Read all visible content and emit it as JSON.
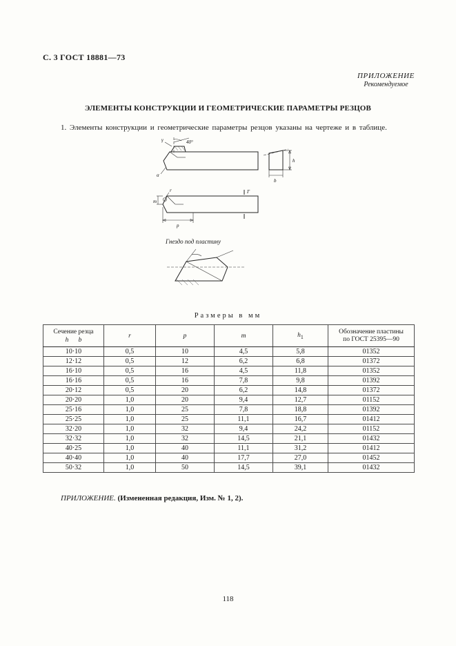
{
  "page": {
    "header": "С. 3 ГОСТ 18881—73",
    "annex_label": "ПРИЛОЖЕНИЕ",
    "annex_sub": "Рекомендуемое",
    "title": "ЭЛЕМЕНТЫ КОНСТРУКЦИИ И ГЕОМЕТРИЧЕСКИЕ ПАРАМЕТРЫ РЕЗЦОВ",
    "paragraph": "1. Элементы конструкции и геометрические параметры резцов указаны на чертеже и в таблице.",
    "footer_note_italic": "ПРИЛОЖЕНИЕ.",
    "footer_note_bold": "(Измененная редакция, Изм. № 1, 2).",
    "page_number": "118"
  },
  "drawings": {
    "main": {
      "angle_40": "40°",
      "gamma": "γ",
      "alpha": "α",
      "r": "r",
      "p": "p",
      "m": "m",
      "h": "h",
      "b": "b",
      "section_mark": "Г"
    },
    "socket": {
      "caption": "Гнездо под пластину"
    }
  },
  "table": {
    "caption": "Размеры в мм",
    "col_headers": {
      "section": "Сечение резца",
      "section_sub": "h      b",
      "r": "r",
      "p": "p",
      "m": "m",
      "h1_base": "h",
      "h1_sub": "1",
      "plate": "Обозначение пластины",
      "plate_sub": "по ГОСТ 25395—90"
    },
    "rows": [
      {
        "section": "10·10",
        "r": "0,5",
        "p": "10",
        "m": "4,5",
        "h1": "5,8",
        "plate": "01352"
      },
      {
        "section": "12·12",
        "r": "0,5",
        "p": "12",
        "m": "6,2",
        "h1": "6,8",
        "plate": "01372"
      },
      {
        "section": "16·10",
        "r": "0,5",
        "p": "16",
        "m": "4,5",
        "h1": "11,8",
        "plate": "01352"
      },
      {
        "section": "16·16",
        "r": "0,5",
        "p": "16",
        "m": "7,8",
        "h1": "9,8",
        "plate": "01392"
      },
      {
        "section": "20·12",
        "r": "0,5",
        "p": "20",
        "m": "6,2",
        "h1": "14,8",
        "plate": "01372"
      },
      {
        "section": "20·20",
        "r": "1,0",
        "p": "20",
        "m": "9,4",
        "h1": "12,7",
        "plate": "01152"
      },
      {
        "section": "25·16",
        "r": "1,0",
        "p": "25",
        "m": "7,8",
        "h1": "18,8",
        "plate": "01392"
      },
      {
        "section": "25·25",
        "r": "1,0",
        "p": "25",
        "m": "11,1",
        "h1": "16,7",
        "plate": "01412"
      },
      {
        "section": "32·20",
        "r": "1,0",
        "p": "32",
        "m": "9,4",
        "h1": "24,2",
        "plate": "01152"
      },
      {
        "section": "32·32",
        "r": "1,0",
        "p": "32",
        "m": "14,5",
        "h1": "21,1",
        "plate": "01432"
      },
      {
        "section": "40·25",
        "r": "1,0",
        "p": "40",
        "m": "11,1",
        "h1": "31,2",
        "plate": "01412"
      },
      {
        "section": "40·40",
        "r": "1,0",
        "p": "40",
        "m": "17,7",
        "h1": "27,0",
        "plate": "01452"
      },
      {
        "section": "50·32",
        "r": "1,0",
        "p": "50",
        "m": "14,5",
        "h1": "39,1",
        "plate": "01432"
      }
    ]
  }
}
